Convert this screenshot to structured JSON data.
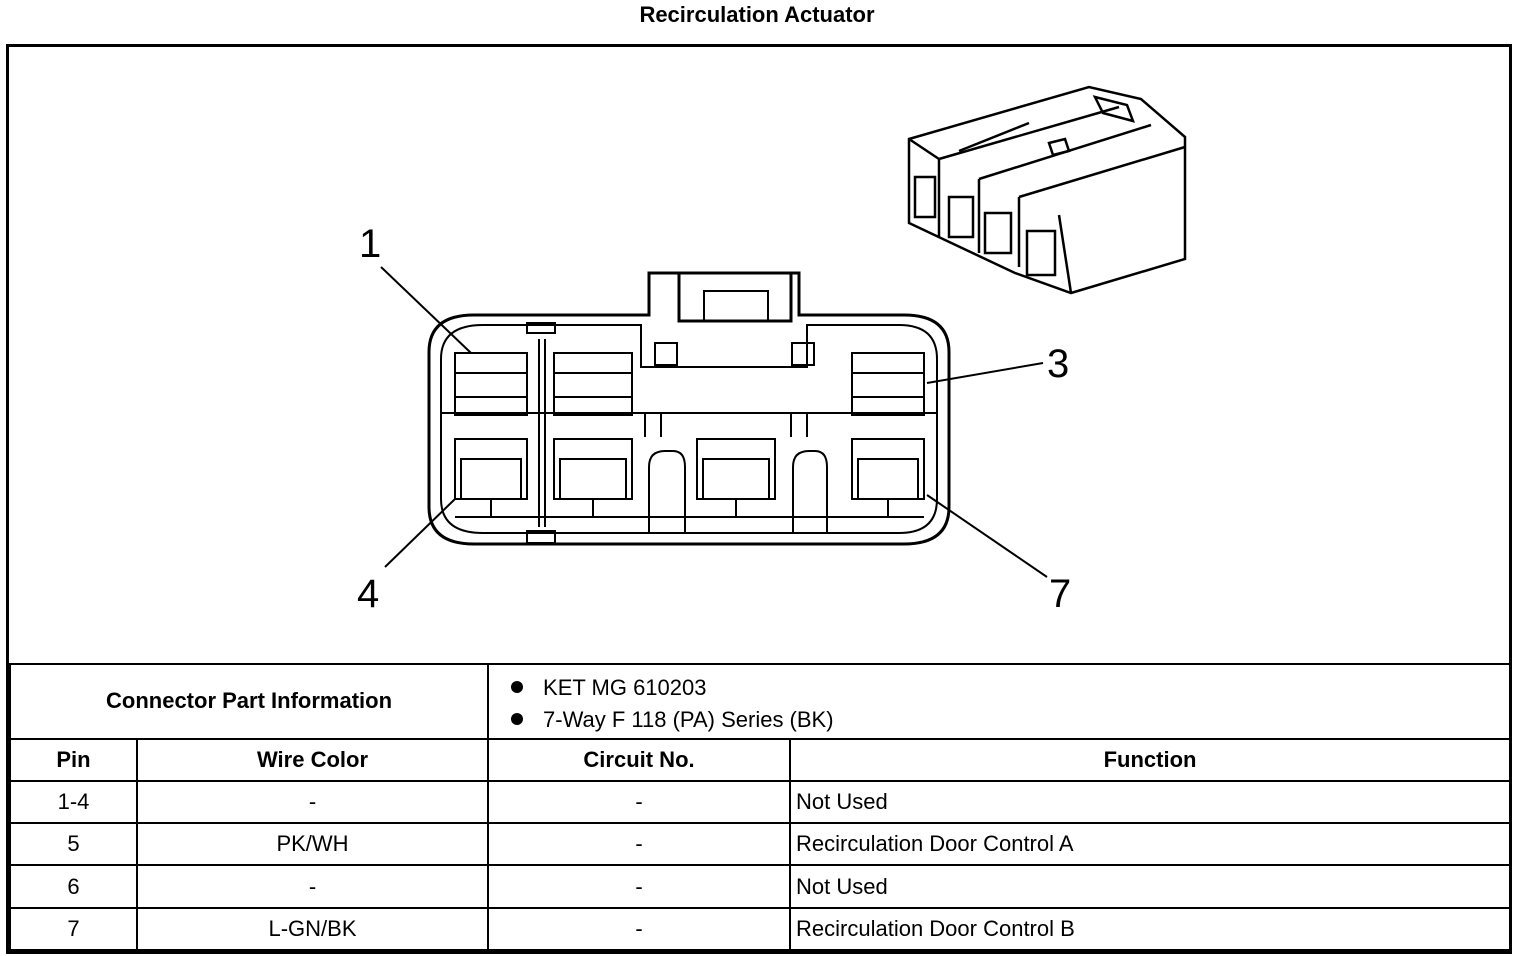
{
  "title": "Recirculation Actuator",
  "diagram": {
    "callouts": [
      "1",
      "3",
      "4",
      "7"
    ]
  },
  "connector_part_information": {
    "label": "Connector Part Information",
    "items": [
      "KET MG 610203",
      "7-Way F 118 (PA) Series (BK)"
    ]
  },
  "table": {
    "headers": {
      "pin": "Pin",
      "wire_color": "Wire Color",
      "circuit_no": "Circuit No.",
      "function": "Function"
    },
    "rows": [
      {
        "pin": "1-4",
        "wire_color": "-",
        "circuit_no": "-",
        "function": "Not Used"
      },
      {
        "pin": "5",
        "wire_color": "PK/WH",
        "circuit_no": "-",
        "function": "Recirculation Door Control A"
      },
      {
        "pin": "6",
        "wire_color": "-",
        "circuit_no": "-",
        "function": "Not Used"
      },
      {
        "pin": "7",
        "wire_color": "L-GN/BK",
        "circuit_no": "-",
        "function": "Recirculation Door Control B"
      }
    ]
  }
}
